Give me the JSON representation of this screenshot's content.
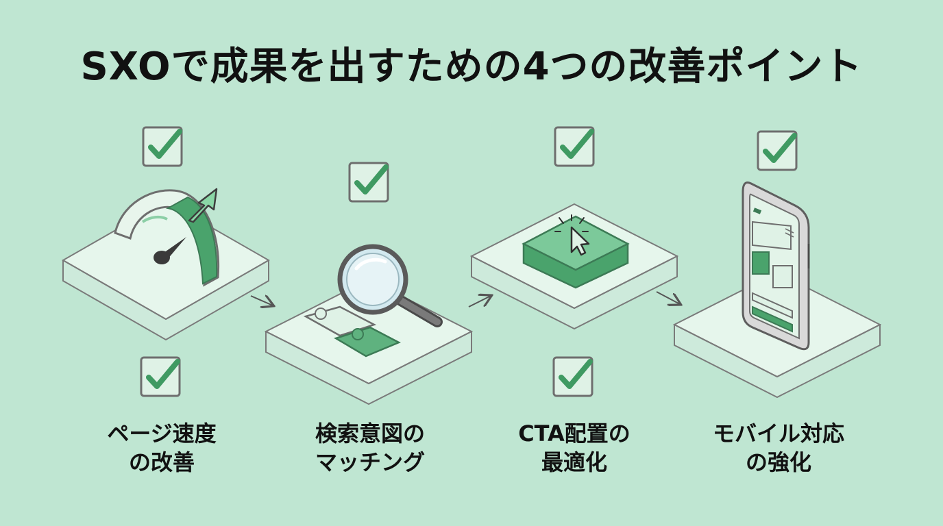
{
  "title": "SXOで成果を出すための4つの改善ポイント",
  "steps": [
    {
      "label_line1": "ページ速度",
      "label_line2": "の改善",
      "icon": "speedometer-gauge-icon"
    },
    {
      "label_line1": "検索意図の",
      "label_line2": "マッチング",
      "icon": "magnifier-puzzle-icon"
    },
    {
      "label_line1": "CTA配置の",
      "label_line2": "最適化",
      "icon": "cta-button-cursor-icon"
    },
    {
      "label_line1": "モバイル対応",
      "label_line2": "の強化",
      "icon": "smartphone-icon"
    }
  ],
  "colors": {
    "background": "#bfe6d2",
    "accent_green": "#4aa36c",
    "platform_fill": "#e6f6ec",
    "outline": "#6e6e6e"
  }
}
